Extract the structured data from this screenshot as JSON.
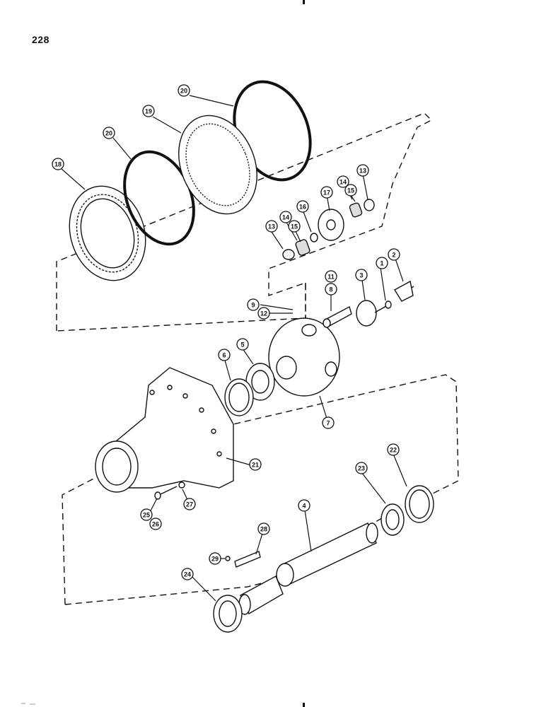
{
  "page": {
    "number": "228"
  },
  "callouts": [
    {
      "id": "c1",
      "label": "1"
    },
    {
      "id": "c2",
      "label": "2"
    },
    {
      "id": "c3",
      "label": "3"
    },
    {
      "id": "c4",
      "label": "4"
    },
    {
      "id": "c5",
      "label": "5"
    },
    {
      "id": "c6",
      "label": "6"
    },
    {
      "id": "c7",
      "label": "7"
    },
    {
      "id": "c8",
      "label": "8"
    },
    {
      "id": "c9",
      "label": "9"
    },
    {
      "id": "c11",
      "label": "11"
    },
    {
      "id": "c12",
      "label": "12"
    },
    {
      "id": "c13a",
      "label": "13"
    },
    {
      "id": "c13b",
      "label": "13"
    },
    {
      "id": "c14a",
      "label": "14"
    },
    {
      "id": "c14b",
      "label": "14"
    },
    {
      "id": "c15a",
      "label": "15"
    },
    {
      "id": "c15b",
      "label": "15"
    },
    {
      "id": "c16",
      "label": "16"
    },
    {
      "id": "c17",
      "label": "17"
    },
    {
      "id": "c18",
      "label": "18"
    },
    {
      "id": "c19",
      "label": "19"
    },
    {
      "id": "c20a",
      "label": "20"
    },
    {
      "id": "c20b",
      "label": "20"
    },
    {
      "id": "c21",
      "label": "21"
    },
    {
      "id": "c22",
      "label": "22"
    },
    {
      "id": "c23",
      "label": "23"
    },
    {
      "id": "c24",
      "label": "24"
    },
    {
      "id": "c25",
      "label": "25"
    },
    {
      "id": "c26",
      "label": "26"
    },
    {
      "id": "c27",
      "label": "27"
    },
    {
      "id": "c28",
      "label": "28"
    },
    {
      "id": "c29",
      "label": "29"
    }
  ]
}
